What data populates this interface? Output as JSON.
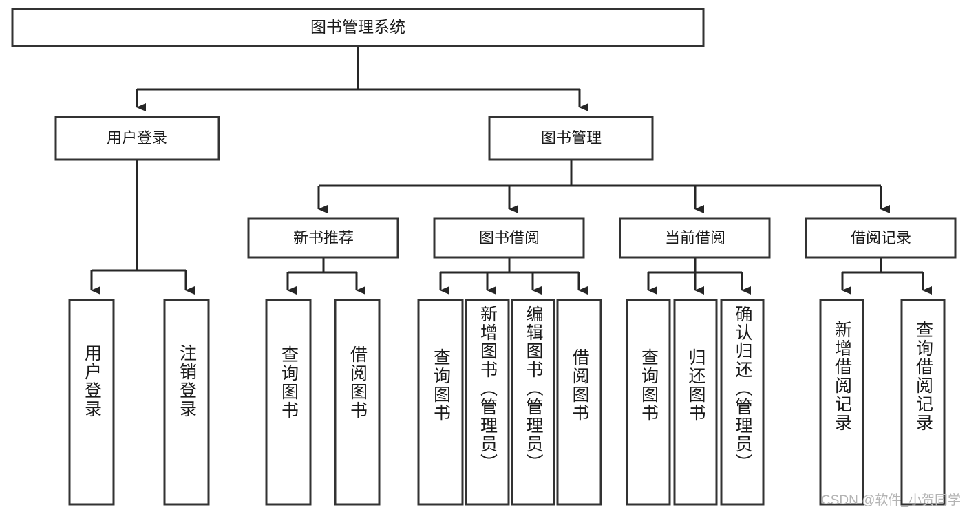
{
  "diagram": {
    "type": "tree-hierarchy",
    "root": {
      "id": "root",
      "label": "图书管理系统"
    },
    "level2": [
      {
        "id": "user-login",
        "label": "用户登录"
      },
      {
        "id": "book-management",
        "label": "图书管理"
      }
    ],
    "level3": [
      {
        "id": "new-book-recommend",
        "label": "新书推荐",
        "parent": "book-management"
      },
      {
        "id": "book-borrow",
        "label": "图书借阅",
        "parent": "book-management"
      },
      {
        "id": "current-borrow",
        "label": "当前借阅",
        "parent": "book-management"
      },
      {
        "id": "borrow-record",
        "label": "借阅记录",
        "parent": "book-management"
      }
    ],
    "leaves": {
      "user_login": [
        {
          "id": "leaf-user-login",
          "label": "用户登录"
        },
        {
          "id": "leaf-user-logout",
          "label": "注销登录"
        }
      ],
      "new_book_recommend": [
        {
          "id": "leaf-query-book-1",
          "label": "查询图书"
        },
        {
          "id": "leaf-borrow-book-1",
          "label": "借阅图书"
        }
      ],
      "book_borrow": [
        {
          "id": "leaf-query-book-2",
          "label": "查询图书"
        },
        {
          "id": "leaf-add-book",
          "label": "新增图书（管理员）"
        },
        {
          "id": "leaf-edit-book",
          "label": "编辑图书（管理员）"
        },
        {
          "id": "leaf-borrow-book-2",
          "label": "借阅图书"
        }
      ],
      "current_borrow": [
        {
          "id": "leaf-query-book-3",
          "label": "查询图书"
        },
        {
          "id": "leaf-return-book",
          "label": "归还图书"
        },
        {
          "id": "leaf-confirm-return",
          "label": "确认归还（管理员）"
        }
      ],
      "borrow_record": [
        {
          "id": "leaf-add-record",
          "label": "新增借阅记录"
        },
        {
          "id": "leaf-query-record",
          "label": "查询借阅记录"
        }
      ]
    }
  },
  "watermark": {
    "text": "CSDN @软件_小贺同学"
  },
  "colors": {
    "box_stroke": "#333333",
    "box_fill": "#ffffff",
    "connector": "#262626",
    "text": "#1a1a1a",
    "watermark": "#b3b3b3",
    "background": "#ffffff"
  }
}
